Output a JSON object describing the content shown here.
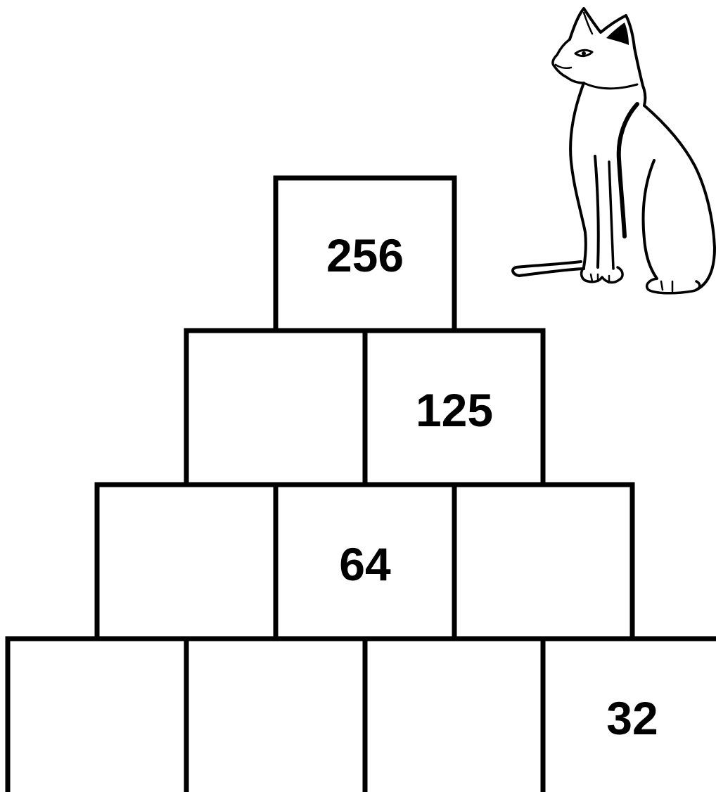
{
  "puzzle": {
    "rows": [
      [
        "256"
      ],
      [
        "",
        "125"
      ],
      [
        "",
        "64",
        ""
      ],
      [
        "",
        "",
        "",
        "32"
      ]
    ]
  },
  "illustration": {
    "icon": "sitting-cat-icon"
  },
  "colors": {
    "line": "#000000",
    "background": "#ffffff"
  }
}
